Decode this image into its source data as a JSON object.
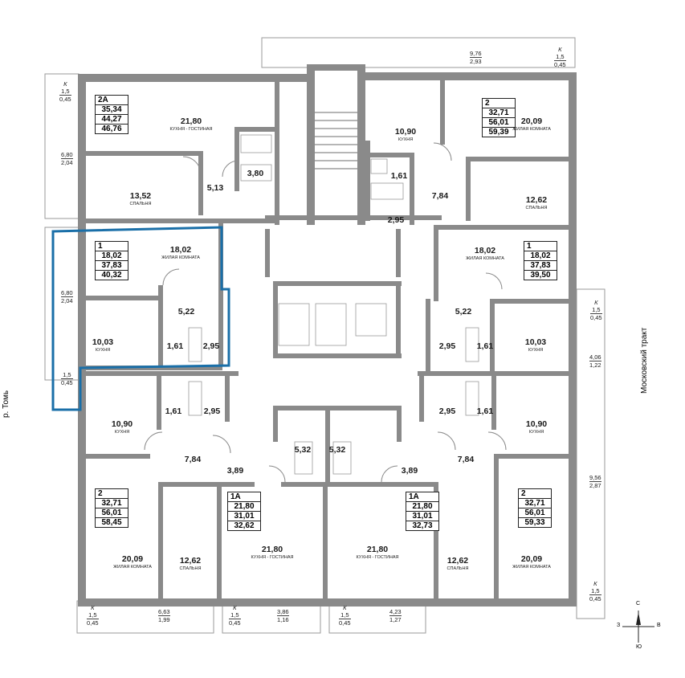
{
  "compass": {
    "north": "С",
    "south": "Ю",
    "west": "З",
    "east": "В"
  },
  "side_labels": {
    "left": "р. Томь",
    "right": "Московский тракт"
  },
  "room_types": {
    "kitchen": "КУХНЯ",
    "kitchen_living": "КУХНЯ - ГОСТИНАЯ",
    "bedroom": "СПАЛЬНЯ",
    "living": "ЖИЛАЯ КОМНАТА"
  },
  "apartments": [
    {
      "id": "2A",
      "type": "2А",
      "vals": [
        "35,34",
        "44,27",
        "46,76"
      ]
    },
    {
      "id": "1-left",
      "type": "1",
      "vals": [
        "18,02",
        "37,83",
        "40,32"
      ]
    },
    {
      "id": "2-top-right",
      "type": "2",
      "vals": [
        "32,71",
        "56,01",
        "59,39"
      ]
    },
    {
      "id": "1-right",
      "type": "1",
      "vals": [
        "18,02",
        "37,83",
        "39,50"
      ]
    },
    {
      "id": "2-bottom-left",
      "type": "2",
      "vals": [
        "32,71",
        "56,01",
        "58,45"
      ]
    },
    {
      "id": "1A-left",
      "type": "1А",
      "vals": [
        "21,80",
        "31,01",
        "32,62"
      ]
    },
    {
      "id": "1A-right",
      "type": "1А",
      "vals": [
        "21,80",
        "31,01",
        "32,73"
      ]
    },
    {
      "id": "2-bottom-right",
      "type": "2",
      "vals": [
        "32,71",
        "56,01",
        "59,33"
      ]
    }
  ],
  "rooms": [
    {
      "num": "21,80",
      "sub": "КУХНЯ - ГОСТИНАЯ"
    },
    {
      "num": "3,80",
      "sub": ""
    },
    {
      "num": "13,52",
      "sub": "СПАЛЬНЯ"
    },
    {
      "num": "5,13",
      "sub": ""
    },
    {
      "num": "10,90",
      "sub": "КУХНЯ"
    },
    {
      "num": "20,09",
      "sub": "ЖИЛАЯ КОМНАТА"
    },
    {
      "num": "1,61",
      "sub": ""
    },
    {
      "num": "7,84",
      "sub": ""
    },
    {
      "num": "12,62",
      "sub": "СПАЛЬНЯ"
    },
    {
      "num": "2,95",
      "sub": ""
    },
    {
      "num": "18,02",
      "sub": "ЖИЛАЯ КОМНАТА"
    },
    {
      "num": "5,22",
      "sub": ""
    },
    {
      "num": "10,03",
      "sub": "КУХНЯ"
    },
    {
      "num": "1,61",
      "sub": ""
    },
    {
      "num": "2,95",
      "sub": ""
    },
    {
      "num": "18,02",
      "sub": "ЖИЛАЯ КОМНАТА"
    },
    {
      "num": "5,22",
      "sub": ""
    },
    {
      "num": "2,95",
      "sub": ""
    },
    {
      "num": "1,61",
      "sub": ""
    },
    {
      "num": "10,03",
      "sub": "КУХНЯ"
    },
    {
      "num": "10,90",
      "sub": "КУХНЯ"
    },
    {
      "num": "1,61",
      "sub": ""
    },
    {
      "num": "2,95",
      "sub": ""
    },
    {
      "num": "2,95",
      "sub": ""
    },
    {
      "num": "1,61",
      "sub": ""
    },
    {
      "num": "10,90",
      "sub": "КУХНЯ"
    },
    {
      "num": "7,84",
      "sub": ""
    },
    {
      "num": "5,32",
      "sub": ""
    },
    {
      "num": "5,32",
      "sub": ""
    },
    {
      "num": "7,84",
      "sub": ""
    },
    {
      "num": "3,89",
      "sub": ""
    },
    {
      "num": "3,89",
      "sub": ""
    },
    {
      "num": "21,80",
      "sub": "КУХНЯ - ГОСТИНАЯ"
    },
    {
      "num": "21,80",
      "sub": "КУХНЯ - ГОСТИНАЯ"
    },
    {
      "num": "20,09",
      "sub": "ЖИЛАЯ КОМНАТА"
    },
    {
      "num": "12,62",
      "sub": "СПАЛЬНЯ"
    },
    {
      "num": "12,62",
      "sub": "СПАЛЬНЯ"
    },
    {
      "num": "20,09",
      "sub": "ЖИЛАЯ КОМНАТА"
    }
  ],
  "balconies": [
    {
      "k": "К",
      "a": "1,5",
      "b": "0,45"
    },
    {
      "k": "",
      "a": "6,80",
      "b": "2,04"
    },
    {
      "k": "",
      "a": "6,80",
      "b": "2,04"
    },
    {
      "k": "",
      "a": "1,5",
      "b": "0,45"
    },
    {
      "k": "",
      "a": "9,76",
      "b": "2,93"
    },
    {
      "k": "К",
      "a": "1,5",
      "b": "0,45"
    },
    {
      "k": "К",
      "a": "1,5",
      "b": "0,45"
    },
    {
      "k": "",
      "a": "4,06",
      "b": "1,22"
    },
    {
      "k": "",
      "a": "9,56",
      "b": "2,87"
    },
    {
      "k": "К",
      "a": "1,5",
      "b": "0,45"
    },
    {
      "k": "К",
      "a": "1,5",
      "b": "0,45"
    },
    {
      "k": "",
      "a": "6,63",
      "b": "1,99"
    },
    {
      "k": "К",
      "a": "1,5",
      "b": "0,45"
    },
    {
      "k": "",
      "a": "3,86",
      "b": "1,16"
    },
    {
      "k": "К",
      "a": "1,5",
      "b": "0,45"
    },
    {
      "k": "",
      "a": "4,23",
      "b": "1,27"
    }
  ],
  "highlight_color": "#1a6fa8",
  "wall_color": "#8a8a8a"
}
